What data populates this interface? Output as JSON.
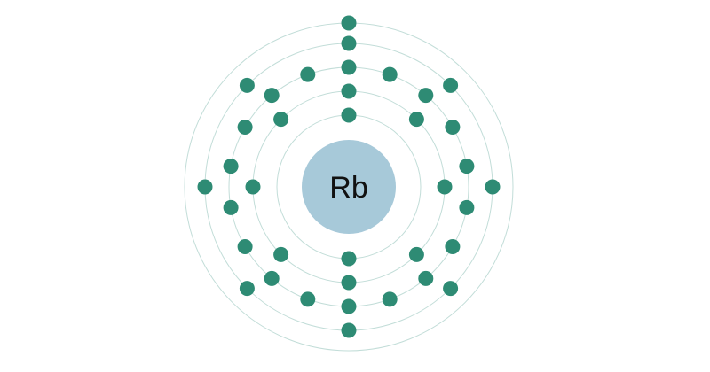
{
  "element": {
    "symbol": "Rb"
  },
  "colors": {
    "orbit": "#c2ddd8",
    "nucleus": "#a7c9d9",
    "electron": "#2e8b74",
    "symbol_text": "#111111",
    "background": "#ffffff"
  },
  "shells": [
    {
      "electrons": 2
    },
    {
      "electrons": 8
    },
    {
      "electrons": 18
    },
    {
      "electrons": 8
    },
    {
      "electrons": 1
    }
  ]
}
